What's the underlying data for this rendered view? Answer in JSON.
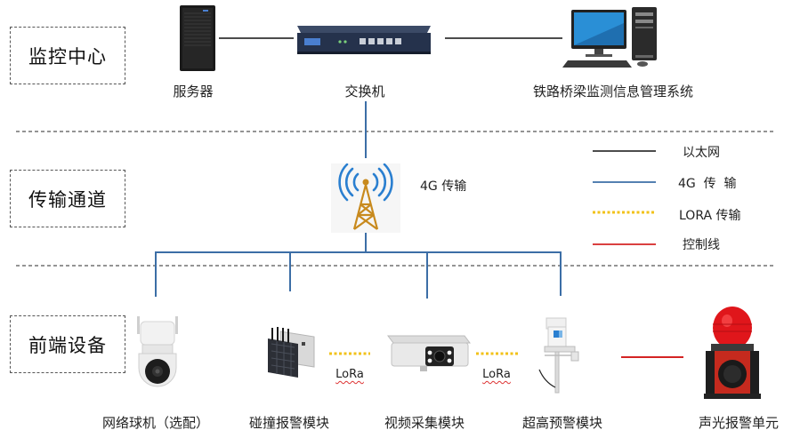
{
  "tiers": {
    "monitor_center": "监控中心",
    "transmission": "传输通道",
    "front_end": "前端设备"
  },
  "devices": {
    "server": "服务器",
    "switch": "交换机",
    "management_system": "铁路桥梁监测信息管理系统",
    "dome_camera": "网络球机（选配）",
    "collision_module": "碰撞报警模块",
    "video_module": "视频采集模块",
    "overheight_module": "超高预警模块",
    "alarm_unit": "声光报警单元"
  },
  "tower_label": "4G 传输",
  "lora_labels": [
    "LoRa",
    "LoRa"
  ],
  "legend": {
    "ethernet": "以太网",
    "g4": "4G  传  输",
    "lora": "LORA 传输",
    "control": "控制线"
  },
  "colors": {
    "ethernet": "#111111",
    "g4": "#3c6ea6",
    "lora": "#f2c21a",
    "control": "#d42424",
    "separator": "#555555"
  }
}
